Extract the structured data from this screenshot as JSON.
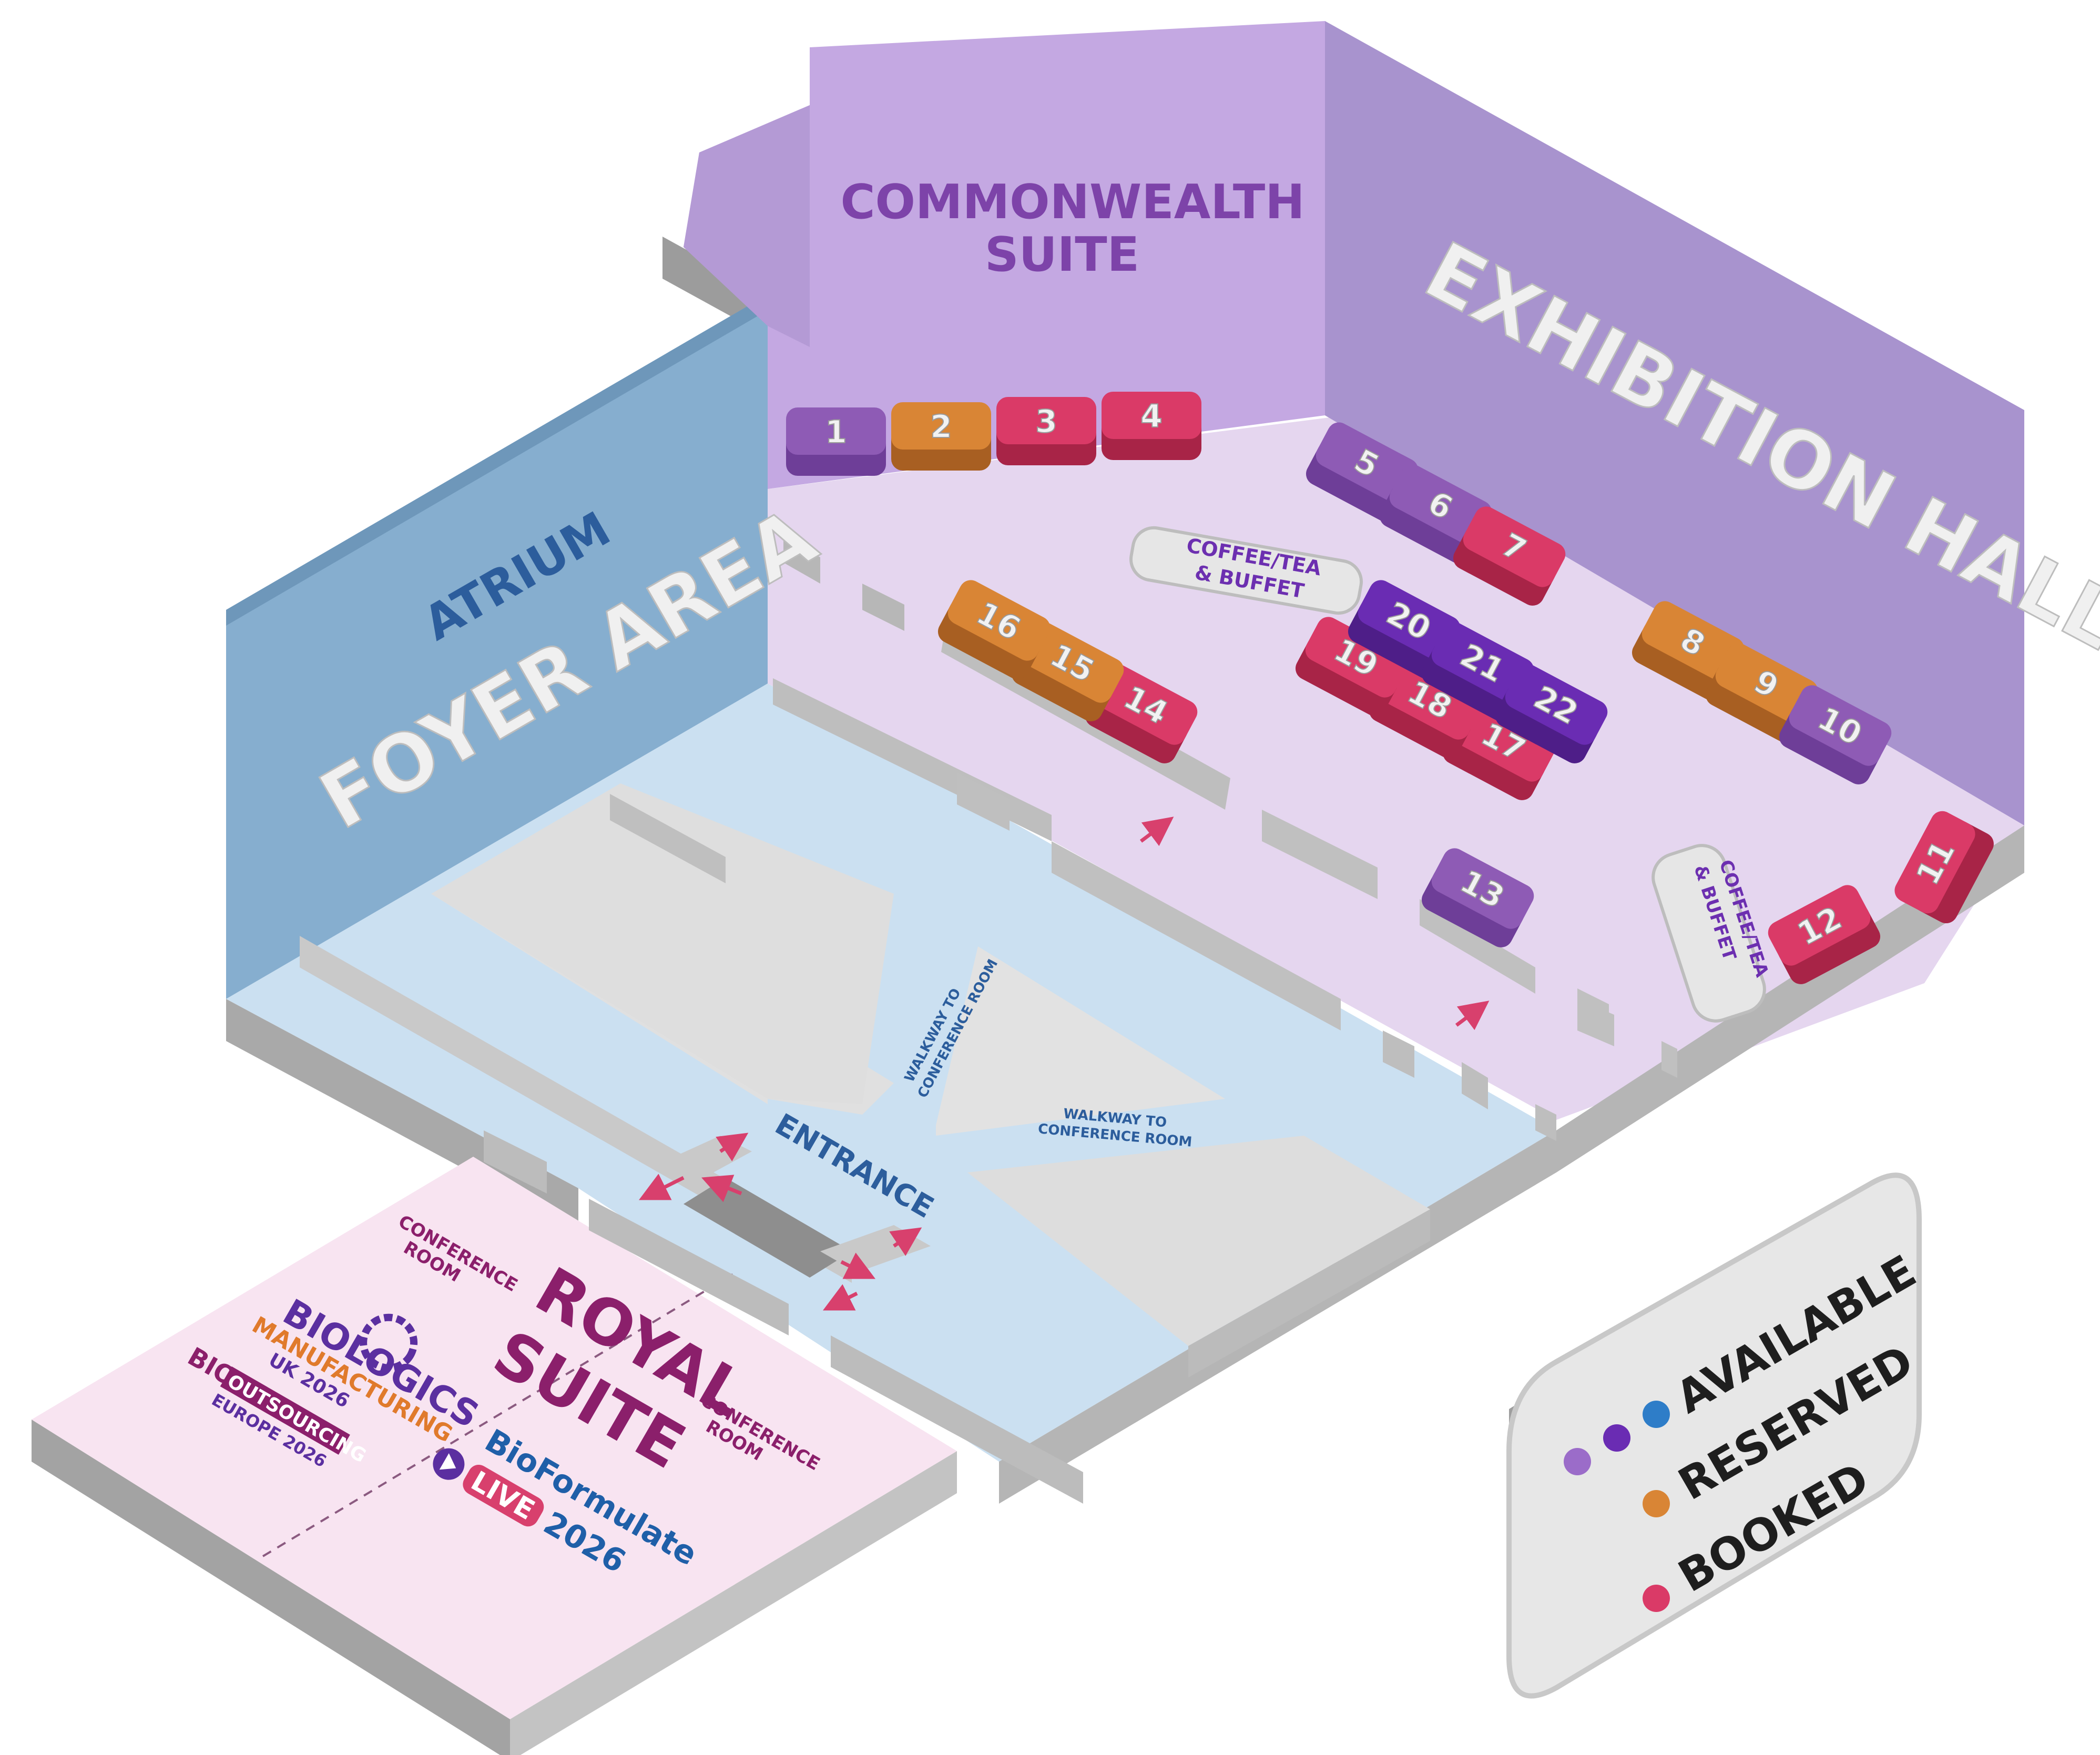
{
  "venue": {
    "areas": {
      "commonwealth": [
        "COMMONWEALTH",
        "SUITE"
      ],
      "exhibition": "EXHIBITION HALL",
      "atrium": "ATRIUM",
      "foyer": "FOYER AREA",
      "entrance": "ENTRANCE",
      "walkway": [
        "WALKWAY TO",
        "CONFERENCE ROOM"
      ],
      "royal": [
        "ROYAL",
        "SUITE"
      ],
      "conference_room": [
        "CONFERENCE",
        "ROOM"
      ],
      "coffee": [
        "COFFEE/TEA",
        "& BUFFET"
      ]
    },
    "events": {
      "biologics": [
        "BIOLOGICS",
        "MANUFACTURING",
        "UK 2026"
      ],
      "biooutsourcing": [
        "BIO",
        "OUTSOURCING",
        "EUROPE 2026"
      ],
      "bioformulate": [
        "BioFormulate",
        "LIVE",
        "2026"
      ]
    }
  },
  "colors": {
    "available": "#8E5BB5",
    "available_dark": "#6A2CB3",
    "available_blue": "#2E7DC8",
    "reserved": "#D98535",
    "booked": "#DA3A67",
    "hall_wall": "#C4A8E2",
    "hall_floor": "#E5D6EF",
    "atrium_wall": "#86AECF",
    "atrium_floor": "#CBE0F1",
    "royal_floor": "#F8E4F1"
  },
  "booths": [
    {
      "label": "1",
      "status": "available"
    },
    {
      "label": "2",
      "status": "reserved"
    },
    {
      "label": "3",
      "status": "booked"
    },
    {
      "label": "4",
      "status": "booked"
    },
    {
      "label": "5",
      "status": "available"
    },
    {
      "label": "6",
      "status": "available"
    },
    {
      "label": "7",
      "status": "booked"
    },
    {
      "label": "8",
      "status": "reserved"
    },
    {
      "label": "9",
      "status": "reserved"
    },
    {
      "label": "10",
      "status": "available"
    },
    {
      "label": "11",
      "status": "booked"
    },
    {
      "label": "12",
      "status": "booked"
    },
    {
      "label": "13",
      "status": "available"
    },
    {
      "label": "14",
      "status": "booked"
    },
    {
      "label": "15",
      "status": "reserved"
    },
    {
      "label": "16",
      "status": "reserved"
    },
    {
      "label": "17",
      "status": "booked"
    },
    {
      "label": "18",
      "status": "booked"
    },
    {
      "label": "19",
      "status": "booked"
    },
    {
      "label": "20",
      "status": "available"
    },
    {
      "label": "21",
      "status": "available"
    },
    {
      "label": "22",
      "status": "available"
    }
  ],
  "legend": {
    "available": "AVAILABLE",
    "reserved": "RESERVED",
    "booked": "BOOKED"
  }
}
